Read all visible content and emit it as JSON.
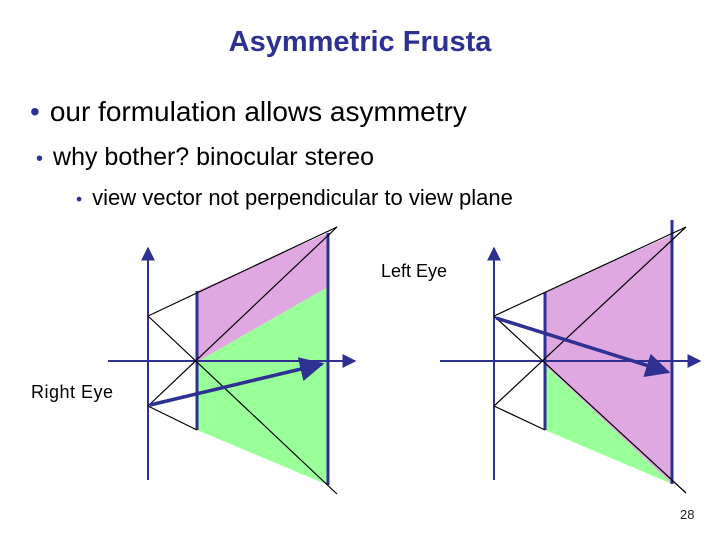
{
  "slide": {
    "title": "Asymmetric Frusta",
    "bullets": [
      {
        "bullet": "•",
        "text": "our formulation allows asymmetry"
      },
      {
        "bullet": "•",
        "text": "why bother? binocular stereo"
      },
      {
        "bullet": "•",
        "text": "view vector not perpendicular to view plane"
      }
    ],
    "page_number": "28"
  },
  "diagram": {
    "left_eye_label": "Left Eye",
    "right_eye_label": "Right Eye",
    "colors": {
      "axis": "#2e3192",
      "frustum_purple": "#e0a8e0",
      "frustum_green": "#99ff99",
      "lines": "#000000"
    }
  }
}
